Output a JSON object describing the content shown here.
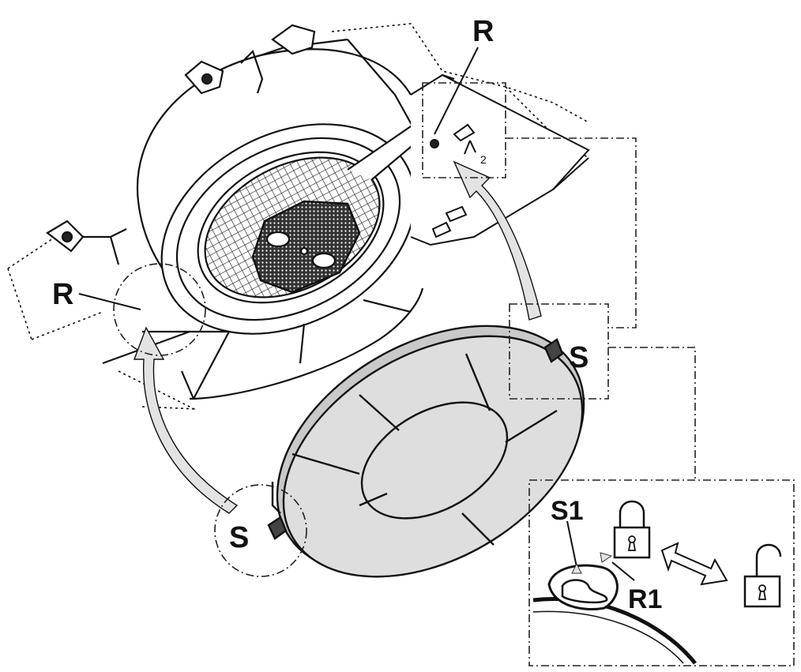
{
  "labels": {
    "r_top": "R",
    "r_left": "R",
    "s_right": "S",
    "s_left": "S",
    "s1": "S1",
    "r1": "R1"
  },
  "colors": {
    "ink": "#111111",
    "filter_fill": "#dedede",
    "arrow_fill": "#e3e3e3",
    "paper": "#ffffff"
  },
  "icons": {
    "locked": "padlock-closed-icon",
    "unlocked": "padlock-open-icon",
    "swap": "double-arrow-icon"
  }
}
